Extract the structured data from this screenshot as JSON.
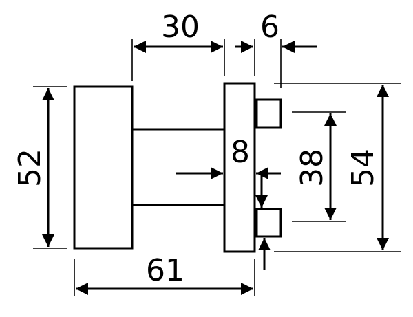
{
  "dimensions": {
    "length_30": "30",
    "gap_6": "6",
    "height_52": "52",
    "thickness_8": "8",
    "spacing_38": "38",
    "height_54": "54",
    "length_61": "61"
  },
  "colors": {
    "line": "#000000",
    "background": "#ffffff"
  }
}
